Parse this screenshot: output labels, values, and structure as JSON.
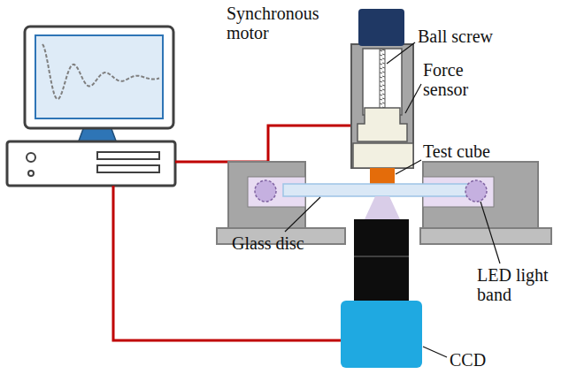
{
  "diagram": {
    "labels": [
      "Synchronous motor",
      "Ball screw",
      "Force sensor",
      "Test cube",
      "Glass disc",
      "LED light band",
      "CCD"
    ]
  }
}
